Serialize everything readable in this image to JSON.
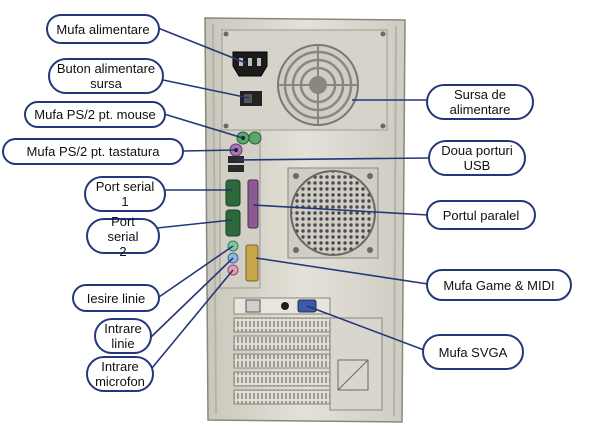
{
  "labels": {
    "mufa_alimentare": "Mufa alimentare",
    "buton_alimentare": "Buton alimentare\nsursa",
    "ps2_mouse": "Mufa PS/2 pt. mouse",
    "ps2_tastatura": "Mufa PS/2 pt. tastatura",
    "port_serial_1": "Port serial\n1",
    "port_serial_2": "Port serial\n2",
    "iesire_linie": "Iesire linie",
    "intrare_linie": "Intrare\nlinie",
    "intrare_microfon": "Intrare\nmicrofon",
    "sursa": "Sursa de\nalimentare",
    "usb": "Doua porturi\nUSB",
    "paralel": "Portul paralel",
    "game_midi": "Mufa Game & MIDI",
    "svga": "Mufa SVGA"
  },
  "colors": {
    "case": "#dcd9cf",
    "label_border": "#23377a",
    "leader_line": "#23377a",
    "ps2_port": "#58a86a",
    "ps2_kbd_port": "#a874b8",
    "audio_out": "#7fc6a0",
    "audio_in": "#8fb8e0",
    "audio_mic": "#e89ab8",
    "vga_port": "#3b5aa8"
  },
  "icons": [
    "fan-grille-icon",
    "power-socket-icon",
    "rocker-switch-icon",
    "ps2-port-icon",
    "usb-port-icon",
    "db9-serial-icon",
    "db25-parallel-icon",
    "audio-jack-icon",
    "game-midi-port-icon",
    "vga-port-icon",
    "expansion-slot-icon"
  ]
}
